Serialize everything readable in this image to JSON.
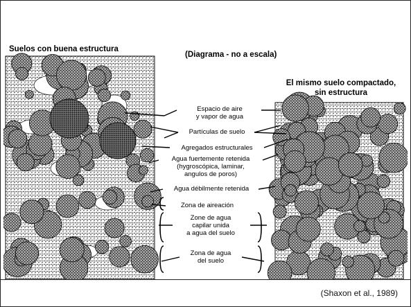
{
  "slide": {
    "title_left": "Suelos con buena estructura",
    "title_mid": "(Diagrama - no a escala)",
    "title_right_l1": "El mismo suelo compactado,",
    "title_right_l2": "sin estructura",
    "caption": "(Shaxon et al., 1989)"
  },
  "labels": [
    {
      "l1": "Espacio de aire",
      "l2": "y vapor de agua"
    },
    {
      "l1": "Partículas de suelo"
    },
    {
      "l1": "Agregados estructurales"
    },
    {
      "l1": "Agua fuertemente retenida",
      "l2": "(hygroscópica, laminar,",
      "l3": "angulos de poros)"
    },
    {
      "l1": "Agua débilmente retenida"
    },
    {
      "l1": "Zona de aireación"
    },
    {
      "l1": "Zone de agua",
      "l2": "capilar unida",
      "l3": "a agua del suelo"
    },
    {
      "l1": "Zona de agua",
      "l2": "del suelo"
    }
  ]
}
